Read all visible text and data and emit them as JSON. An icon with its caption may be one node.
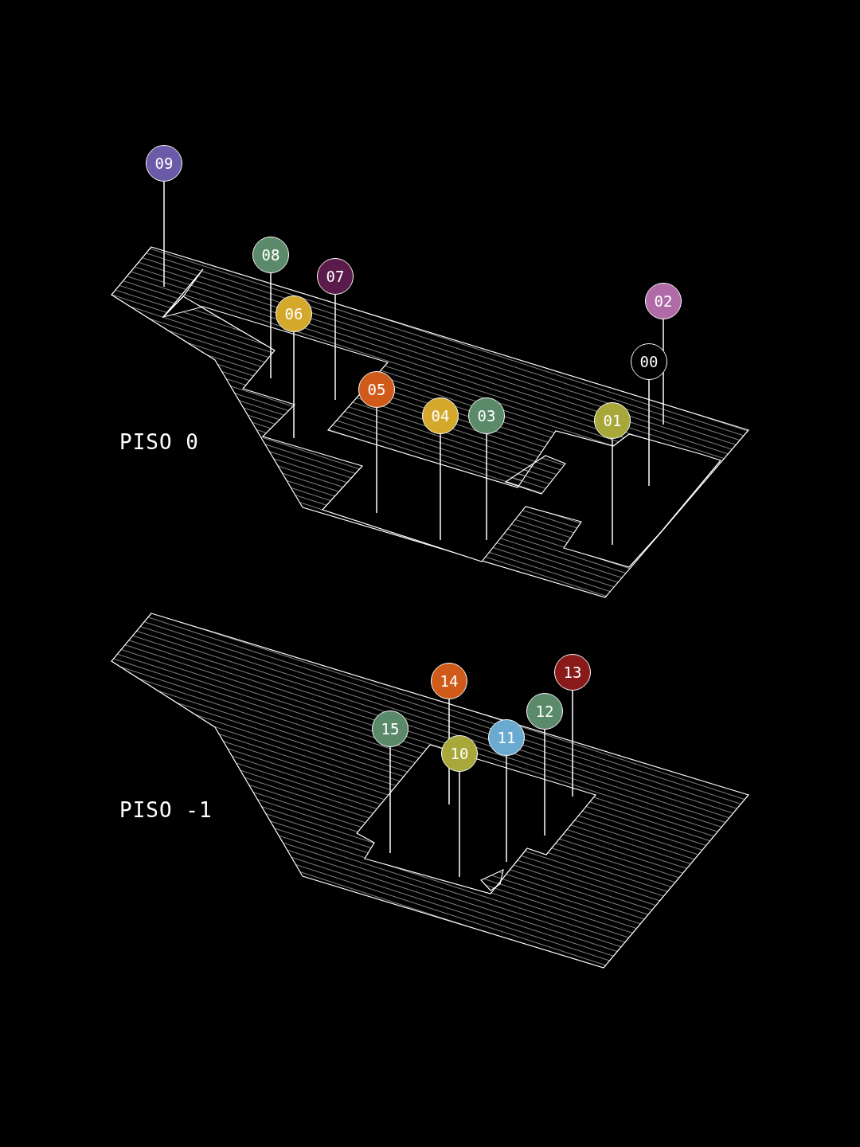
{
  "diagram": {
    "nodes": [
      {
        "text": [
          "09"
        ]
      },
      {
        "text": [
          "08"
        ]
      },
      {
        "text": [
          "07"
        ]
      },
      {
        "text": [
          "06"
        ]
      },
      {
        "text": [
          "02"
        ]
      },
      {
        "text": [
          "00"
        ]
      },
      {
        "text": [
          "05"
        ]
      },
      {
        "text": [
          "04"
        ]
      },
      {
        "text": [
          "03"
        ]
      },
      {
        "text": [
          "01"
        ]
      },
      {
        "text": [
          "13"
        ]
      },
      {
        "text": [
          "14"
        ]
      },
      {
        "text": [
          "12"
        ]
      },
      {
        "text": [
          "15"
        ]
      },
      {
        "text": [
          "11"
        ]
      },
      {
        "text": [
          "10"
        ]
      }
    ],
    "edges": [
      {
        "from": 0,
        "to": null,
        "arrow": "none"
      },
      {
        "from": 1,
        "to": null,
        "arrow": "none"
      },
      {
        "from": 2,
        "to": null,
        "arrow": "none"
      },
      {
        "from": 3,
        "to": null,
        "arrow": "none"
      },
      {
        "from": 4,
        "to": null,
        "arrow": "none"
      },
      {
        "from": 5,
        "to": null,
        "arrow": "none"
      },
      {
        "from": 6,
        "to": null,
        "arrow": "none"
      },
      {
        "from": 7,
        "to": null,
        "arrow": "none"
      },
      {
        "from": 8,
        "to": null,
        "arrow": "none"
      },
      {
        "from": 9,
        "to": null,
        "arrow": "none"
      },
      {
        "from": 10,
        "to": null,
        "arrow": "none"
      },
      {
        "from": 11,
        "to": null,
        "arrow": "none"
      },
      {
        "from": 12,
        "to": null,
        "arrow": "none"
      },
      {
        "from": 13,
        "to": null,
        "arrow": "none"
      },
      {
        "from": 14,
        "to": null,
        "arrow": "none"
      },
      {
        "from": 15,
        "to": null,
        "arrow": "none"
      }
    ],
    "labels": [
      "PISO 0",
      "PISO -1"
    ]
  }
}
